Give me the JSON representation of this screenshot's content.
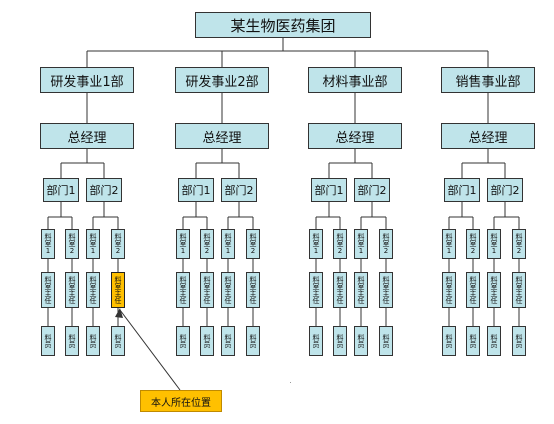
{
  "org": {
    "root": "某生物医药集团",
    "gm_label": "总经理",
    "depts": [
      "部门1",
      "部门2"
    ],
    "office_labels": [
      "料\n室\n1",
      "料\n室\n2"
    ],
    "office_head": "料\n室\n主\n任",
    "staff": "料\n员",
    "divisions": [
      {
        "name": "研发事业1部"
      },
      {
        "name": "研发事业2部"
      },
      {
        "name": "材料事业部"
      },
      {
        "name": "销售事业部"
      }
    ],
    "highlight": {
      "division": 0,
      "office_index": 3
    },
    "callout": "本人所在位置"
  },
  "colors": {
    "box": "#bfe4ea",
    "highlight": "#ffc000",
    "line": "#333333"
  }
}
